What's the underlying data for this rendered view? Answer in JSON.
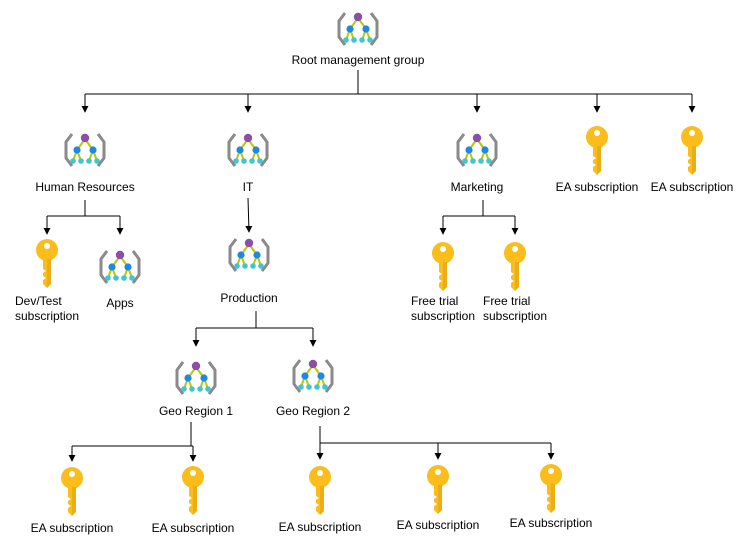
{
  "colors": {
    "line": "#000000",
    "bracket": "#8a8a8a",
    "node_top": "#8a4fa8",
    "node_mid": "#1e88e5",
    "node_leaf": "#40c4d8",
    "connector": "#b7c900",
    "key_gold": "#fbbd1c",
    "key_shade": "#e0a312",
    "key_hole": "#ffffff"
  },
  "nodes": {
    "root": {
      "type": "management-group",
      "icon": "management-group-icon",
      "label": "Root management group"
    },
    "hr": {
      "type": "management-group",
      "icon": "management-group-icon",
      "label": "Human Resources"
    },
    "it": {
      "type": "management-group",
      "icon": "management-group-icon",
      "label": "IT"
    },
    "mkt": {
      "type": "management-group",
      "icon": "management-group-icon",
      "label": "Marketing"
    },
    "ea1": {
      "type": "subscription",
      "icon": "key-icon",
      "label": "EA subscription"
    },
    "ea2": {
      "type": "subscription",
      "icon": "key-icon",
      "label": "EA subscription"
    },
    "devtest": {
      "type": "subscription",
      "icon": "key-icon",
      "label": "Dev/Test\nsubscription"
    },
    "apps": {
      "type": "management-group",
      "icon": "management-group-icon",
      "label": "Apps"
    },
    "prod": {
      "type": "management-group",
      "icon": "management-group-icon",
      "label": "Production"
    },
    "free1": {
      "type": "subscription",
      "icon": "key-icon",
      "label": "Free trial\nsubscription"
    },
    "free2": {
      "type": "subscription",
      "icon": "key-icon",
      "label": "Free trial\nsubscription"
    },
    "geo1": {
      "type": "management-group",
      "icon": "management-group-icon",
      "label": "Geo Region 1"
    },
    "geo2": {
      "type": "management-group",
      "icon": "management-group-icon",
      "label": "Geo Region 2"
    },
    "g1ea1": {
      "type": "subscription",
      "icon": "key-icon",
      "label": "EA subscription"
    },
    "g1ea2": {
      "type": "subscription",
      "icon": "key-icon",
      "label": "EA subscription"
    },
    "g2ea1": {
      "type": "subscription",
      "icon": "key-icon",
      "label": "EA subscription"
    },
    "g2ea2": {
      "type": "subscription",
      "icon": "key-icon",
      "label": "EA subscription"
    },
    "g2ea3": {
      "type": "subscription",
      "icon": "key-icon",
      "label": "EA subscription"
    }
  },
  "edges": [
    [
      "root",
      "hr"
    ],
    [
      "root",
      "it"
    ],
    [
      "root",
      "mkt"
    ],
    [
      "root",
      "ea1"
    ],
    [
      "root",
      "ea2"
    ],
    [
      "hr",
      "devtest"
    ],
    [
      "hr",
      "apps"
    ],
    [
      "it",
      "prod"
    ],
    [
      "mkt",
      "free1"
    ],
    [
      "mkt",
      "free2"
    ],
    [
      "prod",
      "geo1"
    ],
    [
      "prod",
      "geo2"
    ],
    [
      "geo1",
      "g1ea1"
    ],
    [
      "geo1",
      "g1ea2"
    ],
    [
      "geo2",
      "g2ea1"
    ],
    [
      "geo2",
      "g2ea2"
    ],
    [
      "geo2",
      "g2ea3"
    ]
  ]
}
